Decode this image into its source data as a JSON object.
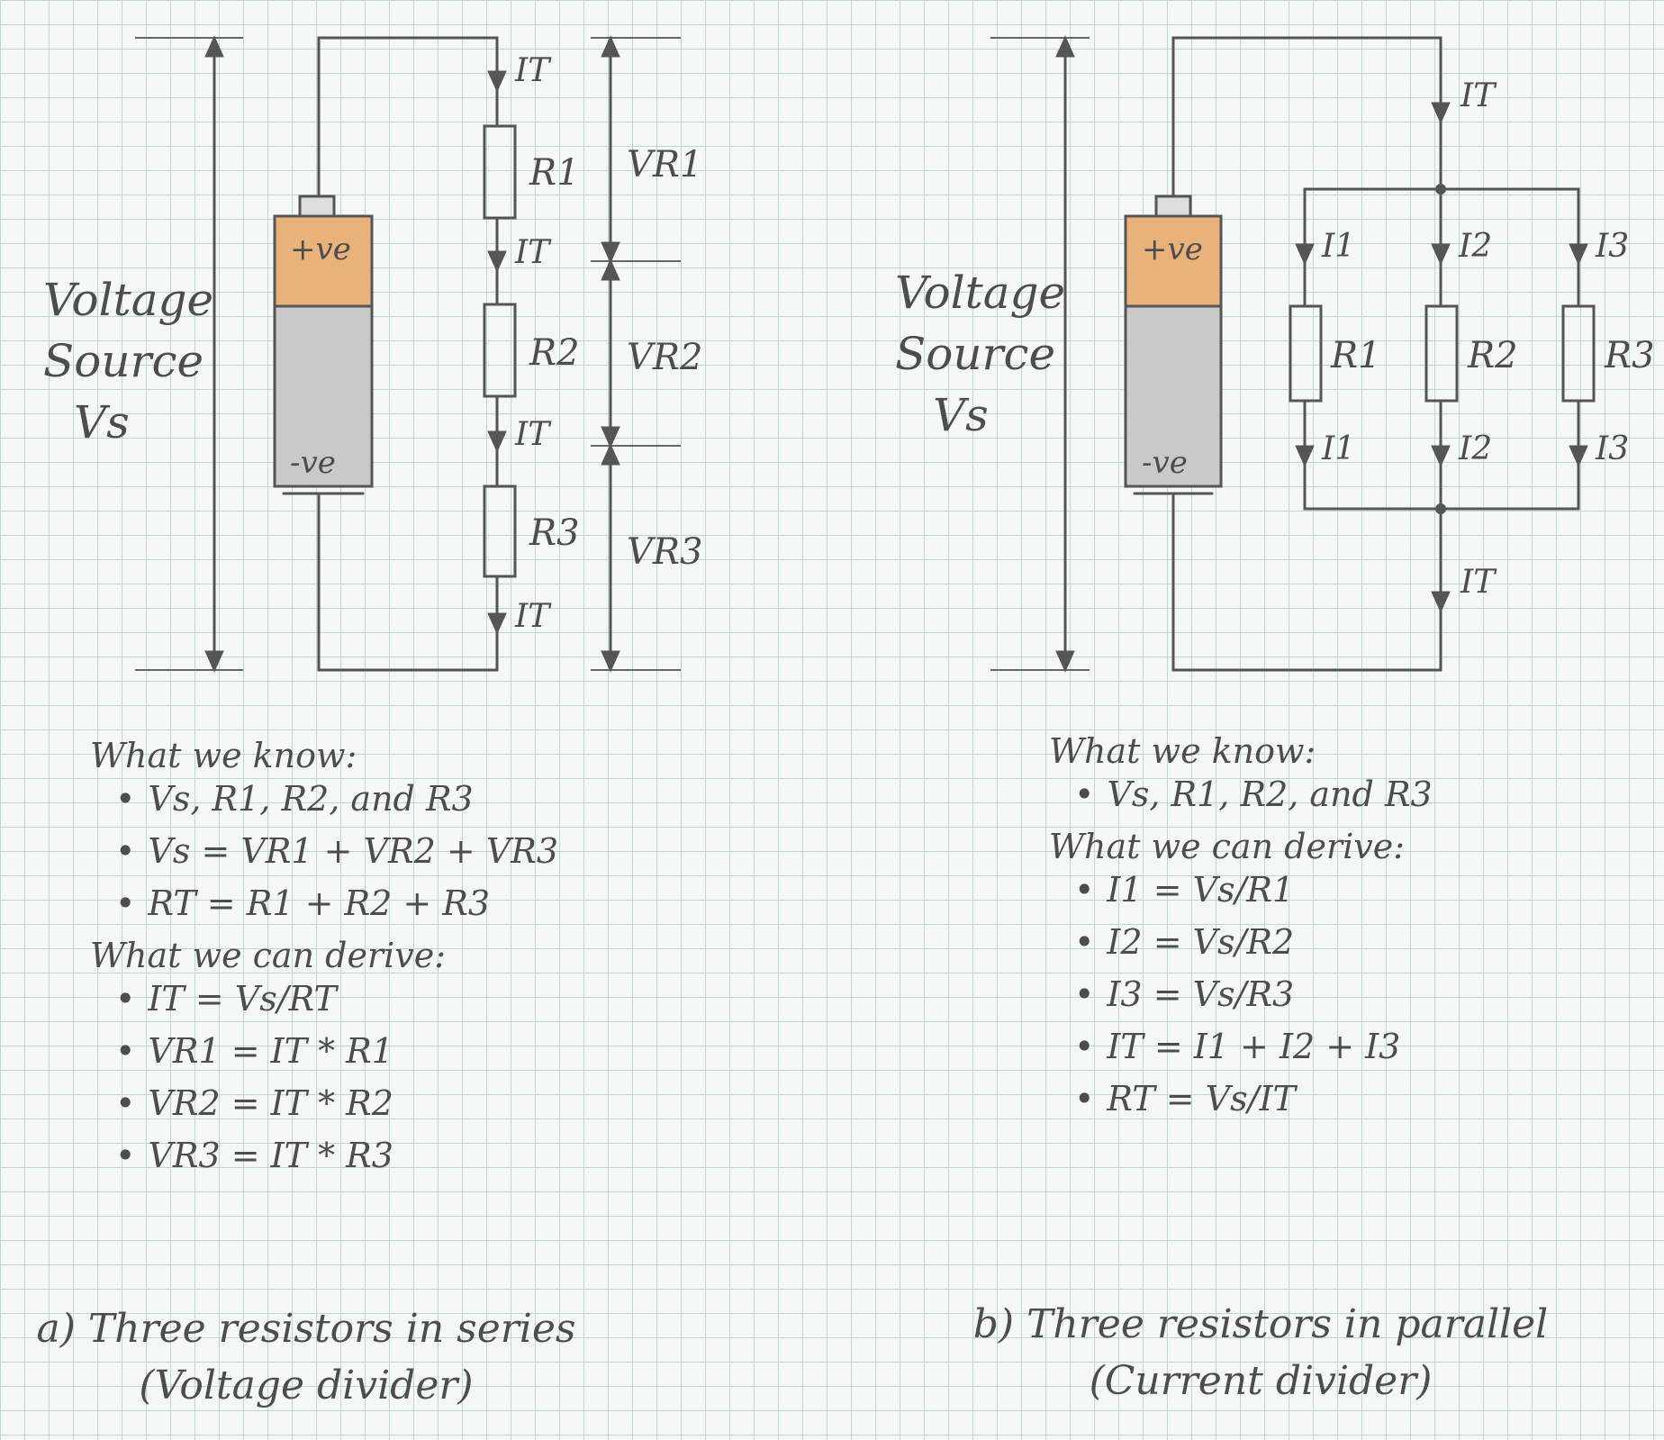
{
  "series_circuit": {
    "source_label": [
      "Voltage",
      "Source",
      "Vs"
    ],
    "battery_pos": "+ve",
    "battery_neg": "-ve",
    "currents": [
      "IT",
      "IT",
      "IT",
      "IT"
    ],
    "resistors": [
      "R1",
      "R2",
      "R3"
    ],
    "voltages": [
      "VR1",
      "VR2",
      "VR3"
    ],
    "known_heading": "What we know:",
    "known": [
      "Vs, R1, R2, and R3",
      "Vs = VR1 + VR2 + VR3",
      "RT = R1 + R2 + R3"
    ],
    "derive_heading": "What we can derive:",
    "derive": [
      "IT = Vs/RT",
      "VR1 = IT * R1",
      "VR2 = IT * R2",
      "VR3 = IT * R3"
    ],
    "caption_line1": "a) Three resistors in series",
    "caption_line2": "(Voltage divider)"
  },
  "parallel_circuit": {
    "source_label": [
      "Voltage",
      "Source",
      "Vs"
    ],
    "battery_pos": "+ve",
    "battery_neg": "-ve",
    "total_current_top": "IT",
    "total_current_bottom": "IT",
    "branch_currents_top": [
      "I1",
      "I2",
      "I3"
    ],
    "branch_currents_bottom": [
      "I1",
      "I2",
      "I3"
    ],
    "resistors": [
      "R1",
      "R2",
      "R3"
    ],
    "known_heading": "What we know:",
    "known": [
      "Vs, R1, R2, and R3"
    ],
    "derive_heading": "What we can derive:",
    "derive": [
      "I1 = Vs/R1",
      "I2 = Vs/R2",
      "I3 = Vs/R3",
      "IT = I1 + I2 + I3",
      "RT = Vs/IT"
    ],
    "caption_line1": "b) Three resistors in parallel",
    "caption_line2": "(Current divider)"
  },
  "colors": {
    "ink": "#555555",
    "battery_top": "#e8b27a",
    "battery_body": "#c9c9c9",
    "grid": "#bcd6dd"
  }
}
